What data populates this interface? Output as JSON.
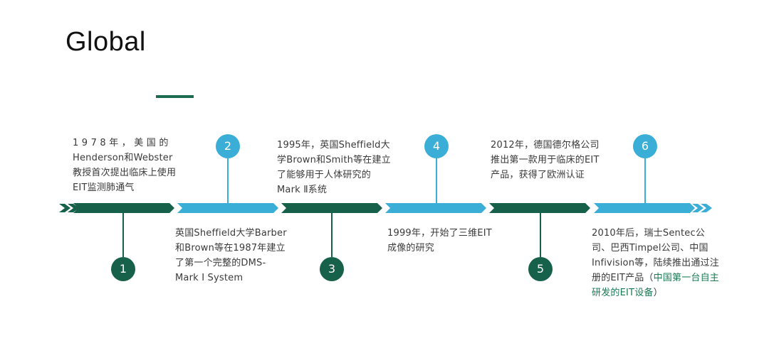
{
  "title": "Global",
  "colors": {
    "dark": "#17614a",
    "light": "#3aaed6",
    "highlight": "#1c7a56"
  },
  "milestones": [
    {
      "number": "1",
      "text": "1 9 7 8 年 ， 美 国 的 Henderson和Webster教授首次提出临床上使用EIT监测肺通气",
      "highlight": ""
    },
    {
      "number": "2",
      "text": "英国Sheffield大学Barber和Brown等在1987年建立了第一个完整的DMS-Mark I System",
      "highlight": ""
    },
    {
      "number": "3",
      "text": "1995年，英国Sheffield大学Brown和Smith等在建立了能够用于人体研究的Mark Ⅱ系统",
      "highlight": ""
    },
    {
      "number": "4",
      "text": "1999年，开始了三维EIT成像的研究",
      "highlight": ""
    },
    {
      "number": "5",
      "text": "2012年，德国德尔格公司推出第一款用于临床的EIT产品，获得了欧洲认证",
      "highlight": ""
    },
    {
      "number": "6",
      "text": "2010年后，瑞士Sentec公司、巴西Timpel公司、中国Infivision等，陆续推出通过注册的EIT产品（",
      "highlight": "中国第一台自主研发的EIT设备",
      "tail": "）"
    }
  ]
}
